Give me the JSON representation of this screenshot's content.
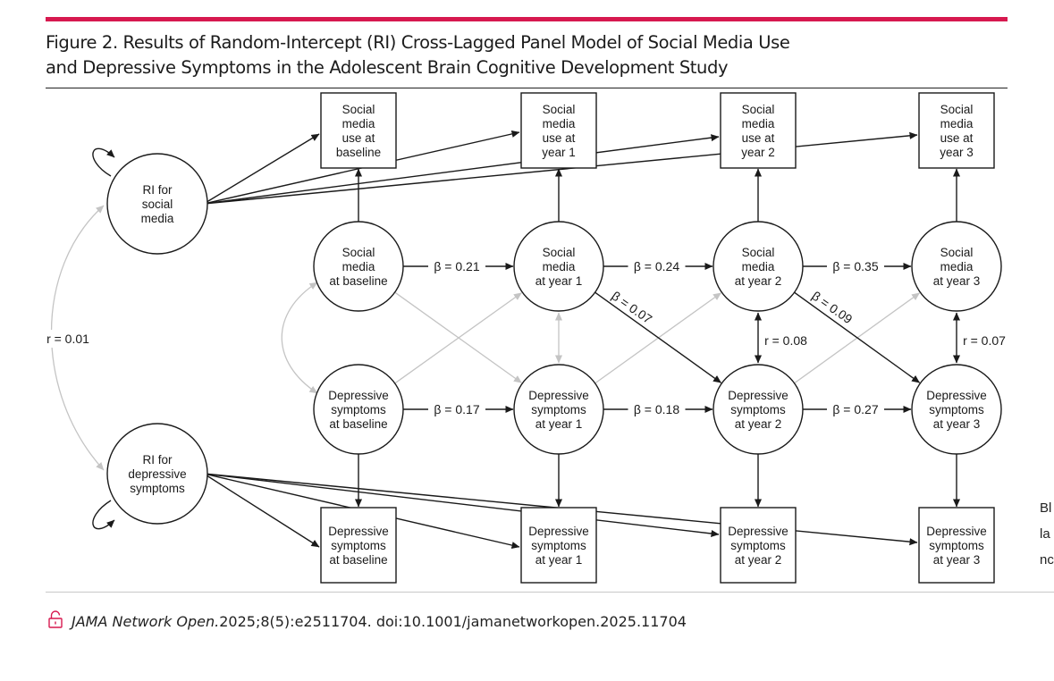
{
  "figure": {
    "title_line1": "Figure 2. Results of Random-Intercept (RI) Cross-Lagged Panel Model of Social Media Use",
    "title_line2": "and Depressive Symptoms in the Adolescent Brain Cognitive Development Study"
  },
  "nodes": {
    "ri_social": [
      "RI for",
      "social",
      "media"
    ],
    "ri_depressive": [
      "RI for",
      "depressive",
      "symptoms"
    ],
    "obs_social": [
      [
        "Social",
        "media",
        "use at",
        "baseline"
      ],
      [
        "Social",
        "media",
        "use at",
        "year 1"
      ],
      [
        "Social",
        "media",
        "use at",
        "year 2"
      ],
      [
        "Social",
        "media",
        "use at",
        "year 3"
      ]
    ],
    "lat_social": [
      [
        "Social",
        "media",
        "at baseline"
      ],
      [
        "Social",
        "media",
        "at year 1"
      ],
      [
        "Social",
        "media",
        "at year 2"
      ],
      [
        "Social",
        "media",
        "at year 3"
      ]
    ],
    "lat_depressive": [
      [
        "Depressive",
        "symptoms",
        "at baseline"
      ],
      [
        "Depressive",
        "symptoms",
        "at year 1"
      ],
      [
        "Depressive",
        "symptoms",
        "at year 2"
      ],
      [
        "Depressive",
        "symptoms",
        "at year 3"
      ]
    ],
    "obs_depressive": [
      [
        "Depressive",
        "symptoms",
        "at baseline"
      ],
      [
        "Depressive",
        "symptoms",
        "at year 1"
      ],
      [
        "Depressive",
        "symptoms",
        "at year 2"
      ],
      [
        "Depressive",
        "symptoms",
        "at year 3"
      ]
    ]
  },
  "coefficients": {
    "ri_correlation": "r = 0.01",
    "social_autoregressive": [
      "β = 0.21",
      "β = 0.24",
      "β = 0.35"
    ],
    "depressive_autoregressive": [
      "β = 0.17",
      "β = 0.18",
      "β = 0.27"
    ],
    "cross_lagged": [
      "β = 0.07",
      "β = 0.09"
    ],
    "within_correlations": [
      "r = 0.08",
      "r = 0.07"
    ]
  },
  "side_text": [
    "Bl",
    "la",
    "nc"
  ],
  "citation": {
    "journal": "JAMA Network Open.",
    "reference": " 2025;8(5):e2511704. doi:10.1001/jamanetworkopen.2025.11704"
  },
  "colors": {
    "accent_bar": "#d7194f",
    "significant_path": "#1a1a1a",
    "nonsignificant_path": "#c4c4c4"
  },
  "icons": {
    "citation_icon": "unlock-icon"
  }
}
